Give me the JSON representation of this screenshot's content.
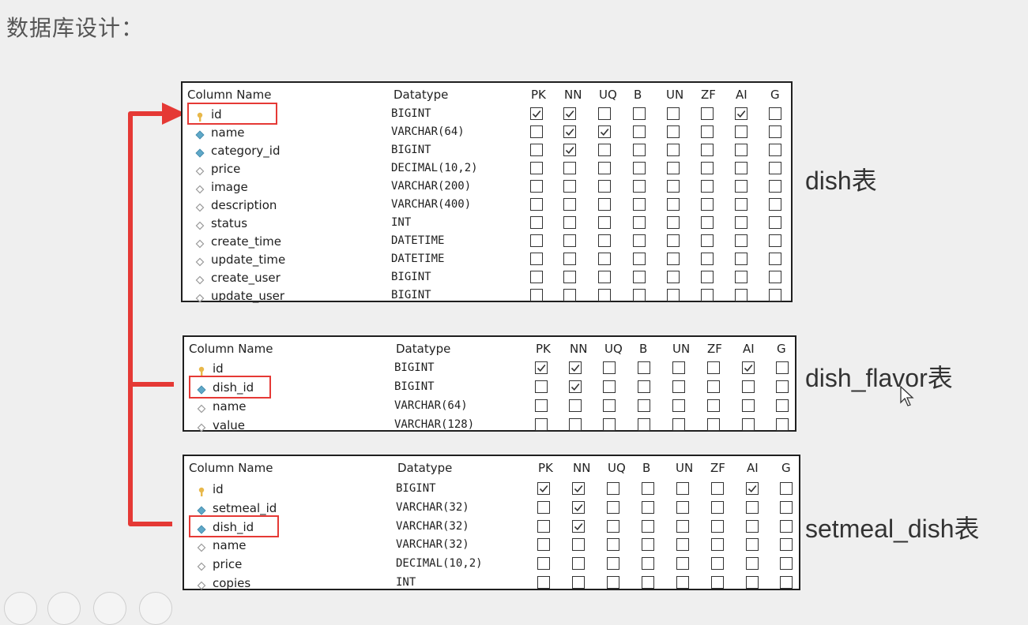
{
  "page_title": "数据库设计：",
  "headers": [
    "Column Name",
    "Datatype",
    "PK",
    "NN",
    "UQ",
    "B",
    "UN",
    "ZF",
    "AI",
    "G"
  ],
  "tables": [
    {
      "label": "dish表",
      "rows": [
        {
          "name": "id",
          "type": "BIGINT",
          "key": "primary",
          "flags": [
            1,
            1,
            0,
            0,
            0,
            0,
            1,
            0
          ],
          "highlighted": true
        },
        {
          "name": "name",
          "type": "VARCHAR(64)",
          "key": "filled",
          "flags": [
            0,
            1,
            1,
            0,
            0,
            0,
            0,
            0
          ]
        },
        {
          "name": "category_id",
          "type": "BIGINT",
          "key": "filled",
          "flags": [
            0,
            1,
            0,
            0,
            0,
            0,
            0,
            0
          ]
        },
        {
          "name": "price",
          "type": "DECIMAL(10,2)",
          "key": "hollow",
          "flags": [
            0,
            0,
            0,
            0,
            0,
            0,
            0,
            0
          ]
        },
        {
          "name": "image",
          "type": "VARCHAR(200)",
          "key": "hollow",
          "flags": [
            0,
            0,
            0,
            0,
            0,
            0,
            0,
            0
          ]
        },
        {
          "name": "description",
          "type": "VARCHAR(400)",
          "key": "hollow",
          "flags": [
            0,
            0,
            0,
            0,
            0,
            0,
            0,
            0
          ]
        },
        {
          "name": "status",
          "type": "INT",
          "key": "hollow",
          "flags": [
            0,
            0,
            0,
            0,
            0,
            0,
            0,
            0
          ]
        },
        {
          "name": "create_time",
          "type": "DATETIME",
          "key": "hollow",
          "flags": [
            0,
            0,
            0,
            0,
            0,
            0,
            0,
            0
          ]
        },
        {
          "name": "update_time",
          "type": "DATETIME",
          "key": "hollow",
          "flags": [
            0,
            0,
            0,
            0,
            0,
            0,
            0,
            0
          ]
        },
        {
          "name": "create_user",
          "type": "BIGINT",
          "key": "hollow",
          "flags": [
            0,
            0,
            0,
            0,
            0,
            0,
            0,
            0
          ]
        },
        {
          "name": "update_user",
          "type": "BIGINT",
          "key": "hollow",
          "flags": [
            0,
            0,
            0,
            0,
            0,
            0,
            0,
            0
          ]
        }
      ]
    },
    {
      "label": "dish_flavor表",
      "rows": [
        {
          "name": "id",
          "type": "BIGINT",
          "key": "primary",
          "flags": [
            1,
            1,
            0,
            0,
            0,
            0,
            1,
            0
          ]
        },
        {
          "name": "dish_id",
          "type": "BIGINT",
          "key": "filled",
          "flags": [
            0,
            1,
            0,
            0,
            0,
            0,
            0,
            0
          ],
          "highlighted": true
        },
        {
          "name": "name",
          "type": "VARCHAR(64)",
          "key": "hollow",
          "flags": [
            0,
            0,
            0,
            0,
            0,
            0,
            0,
            0
          ]
        },
        {
          "name": "value",
          "type": "VARCHAR(128)",
          "key": "hollow",
          "flags": [
            0,
            0,
            0,
            0,
            0,
            0,
            0,
            0
          ]
        }
      ]
    },
    {
      "label": "setmeal_dish表",
      "rows": [
        {
          "name": "id",
          "type": "BIGINT",
          "key": "primary",
          "flags": [
            1,
            1,
            0,
            0,
            0,
            0,
            1,
            0
          ]
        },
        {
          "name": "setmeal_id",
          "type": "VARCHAR(32)",
          "key": "filled",
          "flags": [
            0,
            1,
            0,
            0,
            0,
            0,
            0,
            0
          ]
        },
        {
          "name": "dish_id",
          "type": "VARCHAR(32)",
          "key": "filled",
          "flags": [
            0,
            1,
            0,
            0,
            0,
            0,
            0,
            0
          ],
          "highlighted": true
        },
        {
          "name": "name",
          "type": "VARCHAR(32)",
          "key": "hollow",
          "flags": [
            0,
            0,
            0,
            0,
            0,
            0,
            0,
            0
          ]
        },
        {
          "name": "price",
          "type": "DECIMAL(10,2)",
          "key": "hollow",
          "flags": [
            0,
            0,
            0,
            0,
            0,
            0,
            0,
            0
          ]
        },
        {
          "name": "copies",
          "type": "INT",
          "key": "hollow",
          "flags": [
            0,
            0,
            0,
            0,
            0,
            0,
            0,
            0
          ]
        }
      ]
    }
  ],
  "colors": {
    "highlight": "#e53935",
    "arrow": "#e53935",
    "key_primary": "#e8b84a",
    "key_filled": "#5fa8c8",
    "key_hollow": "#9a9a9a"
  }
}
